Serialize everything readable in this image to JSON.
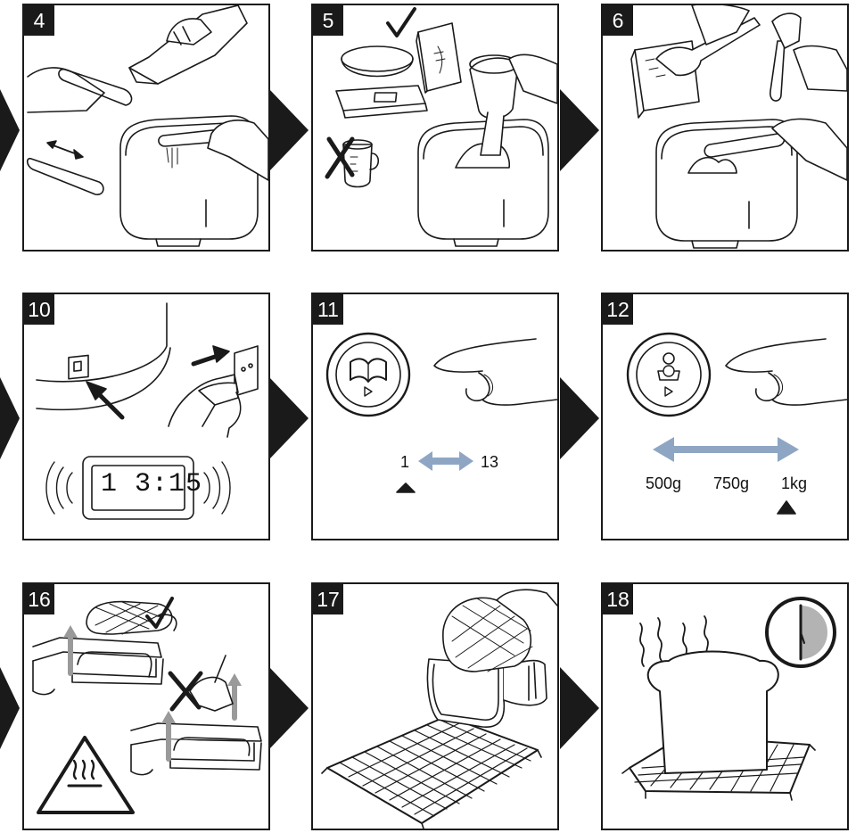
{
  "steps": [
    {
      "number": "4"
    },
    {
      "number": "5"
    },
    {
      "number": "6"
    },
    {
      "number": "10"
    },
    {
      "number": "11"
    },
    {
      "number": "12"
    },
    {
      "number": "16"
    },
    {
      "number": "17"
    },
    {
      "number": "18"
    }
  ],
  "display": {
    "time": "1 3:15"
  },
  "step11": {
    "range_start": "1",
    "range_end": "13"
  },
  "step12": {
    "weights": [
      "500g",
      "750g",
      "1kg"
    ]
  },
  "colors": {
    "range_arrow": "#8ea6c4",
    "frame": "#1a1a1a",
    "clock_fill": "#b3b3b3"
  }
}
